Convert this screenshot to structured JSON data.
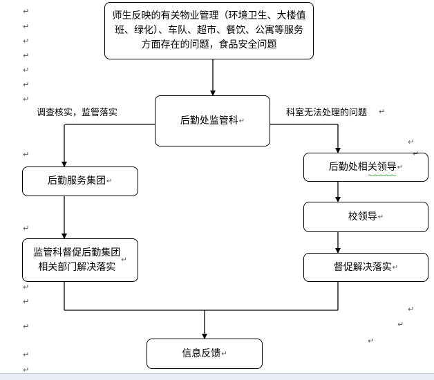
{
  "boxes": {
    "feedback_source": "师生反映的有关物业管理（环境卫生、大楼值\n班、绿化）、车队、超市、餐饮、公寓等服务\n方面存在的问题，食品安全问题",
    "logistics_supervision": "后勤处监管科",
    "logistics_group": "后勤服务集团",
    "supervise_group": "监管科督促后勤集团\n相关部门解决落实",
    "logistics_leader": "后勤处相关领导",
    "school_leader": "校领导",
    "urge_resolve": "督促解决落实",
    "info_feedback": "信息反馈"
  },
  "labels": {
    "left_branch": "调查核实，监管落实",
    "right_branch": "科室无法处理的问题"
  },
  "marks": {
    "paragraph": "↵"
  }
}
